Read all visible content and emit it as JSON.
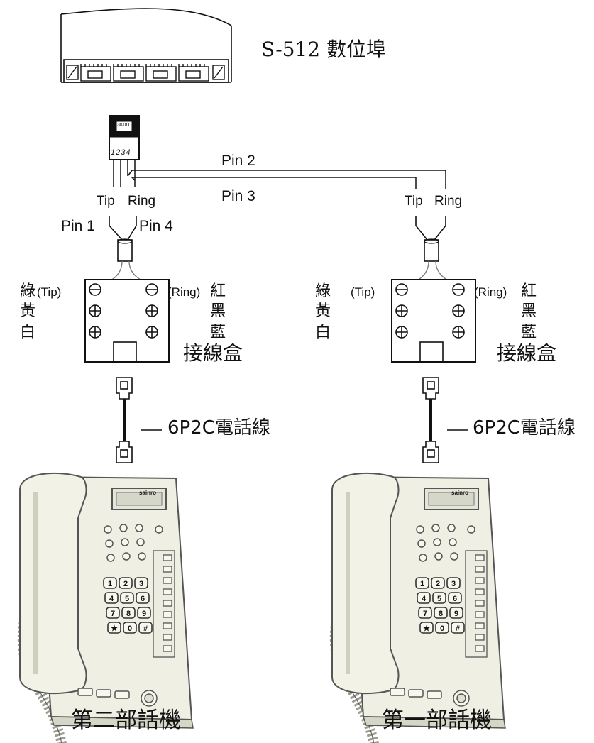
{
  "title": "S-512 數位埠",
  "connector_pins_label": "1234",
  "connector_chip_label": "3K0U",
  "wires": {
    "pin2": "Pin 2",
    "pin3": "Pin 3",
    "pin1": "Pin 1",
    "pin4": "Pin 4"
  },
  "left_jack": {
    "tip": "Tip",
    "ring": "Ring",
    "box_left": [
      "綠",
      "黃",
      "白"
    ],
    "box_left_tag": "(Tip)",
    "box_right": [
      "紅",
      "黑",
      "藍"
    ],
    "box_right_tag": "(Ring)",
    "box_name": "接線盒",
    "cable": "6P2C電話線",
    "phone_brand": "sainro",
    "phone_label": "第二部話機"
  },
  "right_jack": {
    "tip": "Tip",
    "ring": "Ring",
    "box_left": [
      "綠",
      "黃",
      "白"
    ],
    "box_left_tag": "(Tip)",
    "box_right": [
      "紅",
      "黑",
      "藍"
    ],
    "box_right_tag": "(Ring)",
    "box_name": "接線盒",
    "cable": "6P2C電話線",
    "phone_brand": "sainro",
    "phone_label": "第一部話機"
  },
  "keypad": [
    "1",
    "2",
    "3",
    "4",
    "5",
    "6",
    "7",
    "8",
    "9",
    "★",
    "0",
    "#"
  ],
  "colors": {
    "line": "#111111",
    "phone_body": "#efefe3",
    "phone_shade": "#d6d6c6",
    "lcd": "#e4e6da",
    "cord": "#b9b9ad"
  }
}
